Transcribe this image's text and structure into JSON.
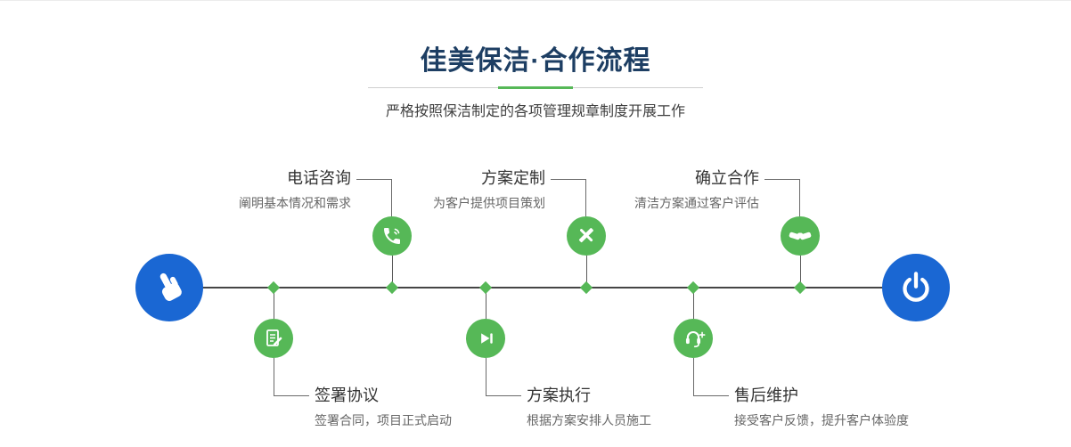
{
  "header": {
    "title": "佳美保洁·合作流程",
    "subtitle": "严格按照保洁制定的各项管理规章制度开展工作"
  },
  "steps": {
    "top": [
      {
        "label": "电话咨询",
        "desc": "阐明基本情况和需求",
        "icon": "phone-icon"
      },
      {
        "label": "方案定制",
        "desc": "为客户提供项目策划",
        "icon": "design-icon"
      },
      {
        "label": "确立合作",
        "desc": "清洁方案通过客户评估",
        "icon": "handshake-icon"
      }
    ],
    "bottom": [
      {
        "label": "签署协议",
        "desc": "签署合同，项目正式启动",
        "icon": "contract-icon"
      },
      {
        "label": "方案执行",
        "desc": "根据方案安排人员施工",
        "icon": "play-next-icon"
      },
      {
        "label": "售后维护",
        "desc": "接受客户反馈，提升客户体验度",
        "icon": "headset-plus-icon"
      }
    ]
  },
  "endpoints": {
    "start_icon": "pointer-hand-icon",
    "end_icon": "power-icon"
  },
  "colors": {
    "title": "#1d3e63",
    "green": "#56b857",
    "blue": "#1a67d3",
    "line": "#454545",
    "label": "#333333",
    "desc": "#666666"
  }
}
